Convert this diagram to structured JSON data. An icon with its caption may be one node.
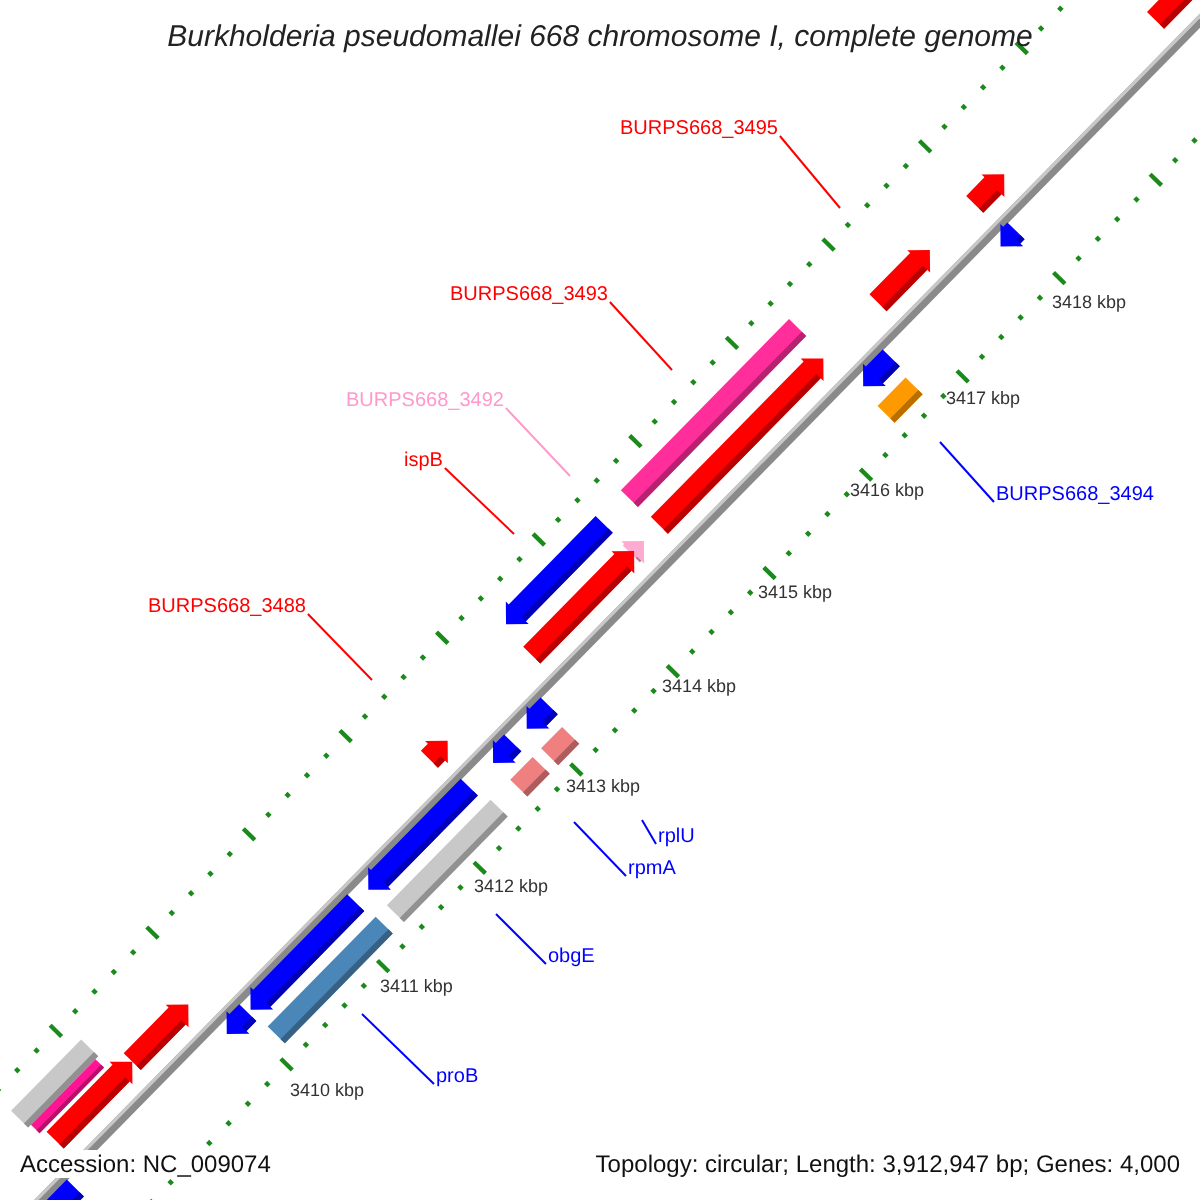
{
  "diagram": {
    "title": "Burkholderia pseudomallei 668 chromosome I, complete genome",
    "nodes": [
      {
        "text": [
          "BURPS668_3495"
        ]
      },
      {
        "text": [
          "BURPS668_3493"
        ]
      },
      {
        "text": [
          "BURPS668_3492"
        ]
      },
      {
        "text": [
          "ispB"
        ]
      },
      {
        "text": [
          "BURPS668_3494"
        ]
      },
      {
        "text": [
          "BURPS668_3488"
        ]
      },
      {
        "text": [
          "rplU"
        ]
      },
      {
        "text": [
          "rpmA"
        ]
      },
      {
        "text": [
          "obgE"
        ]
      },
      {
        "text": [
          "proB"
        ]
      }
    ],
    "edges": [
      {
        "from": 0,
        "to": null,
        "arrow": "none",
        "color": "#ff0000"
      },
      {
        "from": 1,
        "to": null,
        "arrow": "none",
        "color": "#ff0000"
      },
      {
        "from": 2,
        "to": null,
        "arrow": "none",
        "color": "#ff99cc"
      },
      {
        "from": 3,
        "to": null,
        "arrow": "none",
        "color": "#ff0000"
      },
      {
        "from": 4,
        "to": null,
        "arrow": "none"
      },
      {
        "from": 5,
        "to": null,
        "arrow": "none",
        "color": "#ff0000"
      },
      {
        "from": 6,
        "to": null,
        "arrow": "none"
      },
      {
        "from": 7,
        "to": null,
        "arrow": "none"
      },
      {
        "from": 8,
        "to": null,
        "arrow": "none"
      },
      {
        "from": 9,
        "to": null,
        "arrow": "none"
      }
    ],
    "labels": [
      "3418 kbp",
      "3417 kbp",
      "3416 kbp",
      "3415 kbp",
      "3414 kbp",
      "3413 kbp",
      "3412 kbp",
      "3411 kbp",
      "3410 kbp",
      "Accession: NC_009074",
      "Topology: circular; Length: 3,912,947 bp; Genes: 4,000"
    ]
  }
}
